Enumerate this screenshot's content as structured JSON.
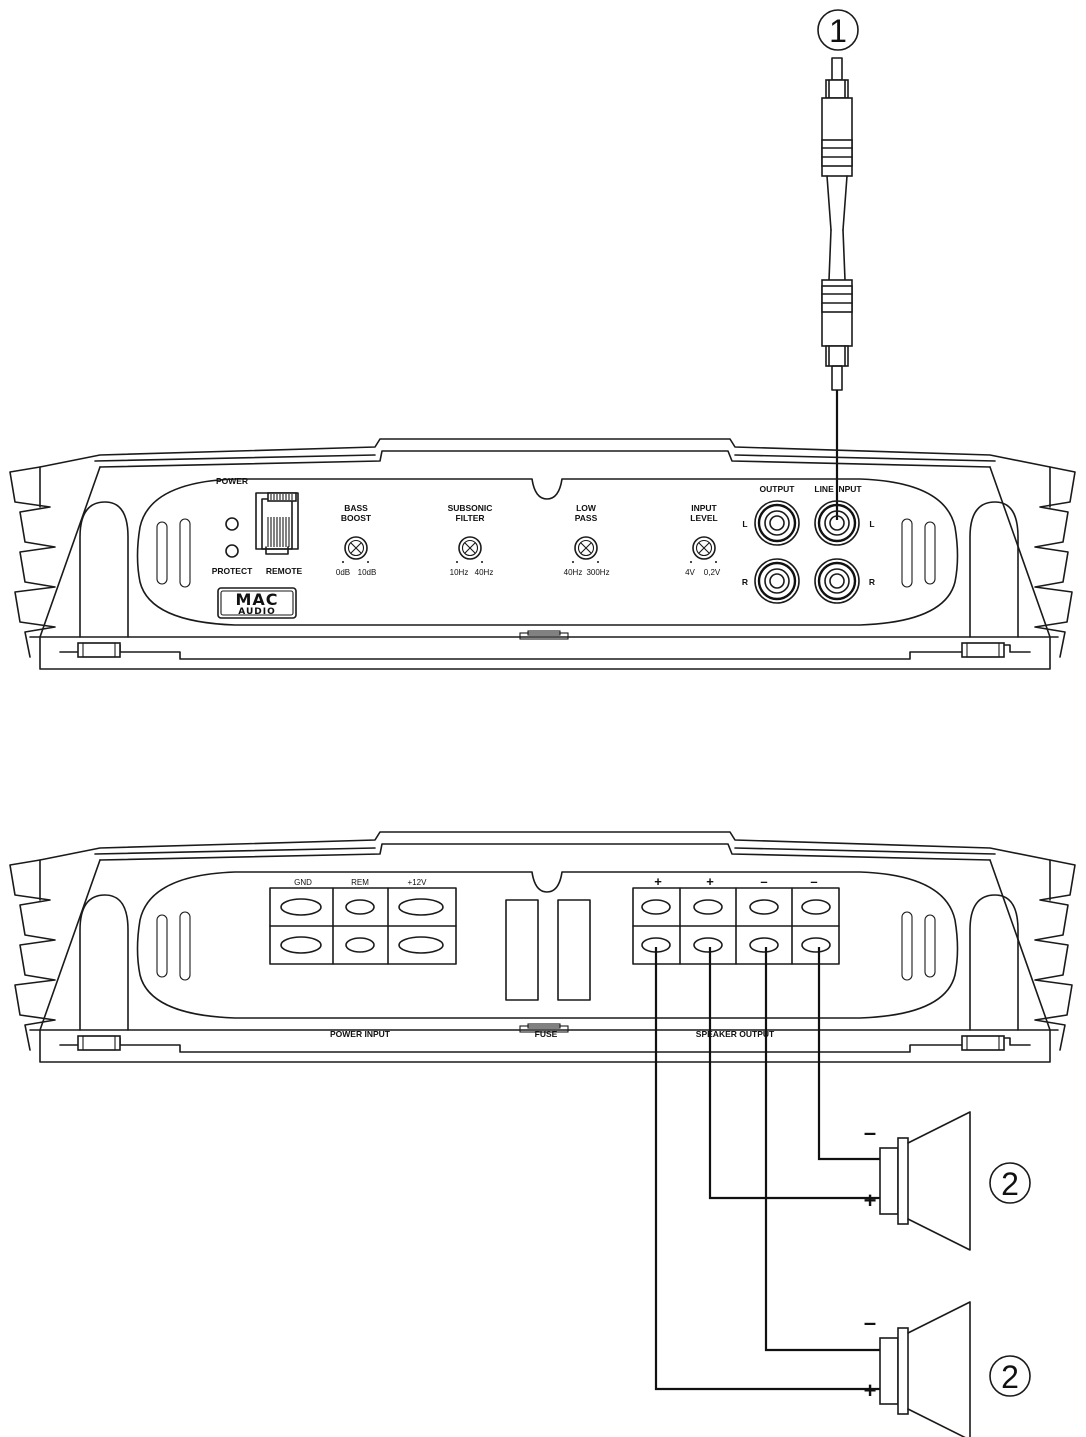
{
  "callouts": {
    "rca_cable": "1",
    "speaker_top": "2",
    "speaker_bottom": "2"
  },
  "top_panel": {
    "power_led": "POWER",
    "protect_led": "PROTECT",
    "remote": "REMOTE",
    "brand_top": "MAC",
    "brand_bottom": "AUDIO",
    "bass_boost": {
      "line1": "BASS",
      "line2": "BOOST",
      "min": "0dB",
      "max": "10dB"
    },
    "subsonic": {
      "line1": "SUBSONIC",
      "line2": "FILTER",
      "min": "10Hz",
      "max": "40Hz"
    },
    "low_pass": {
      "line1": "LOW",
      "line2": "PASS",
      "min": "40Hz",
      "max": "300Hz"
    },
    "input_level": {
      "line1": "INPUT",
      "line2": "LEVEL",
      "min": "4V",
      "max": "0,2V"
    },
    "output": "OUTPUT",
    "line_input": "LINE INPUT",
    "left": "L",
    "right": "R"
  },
  "bottom_panel": {
    "gnd": "GND",
    "rem": "REM",
    "plus12v": "+12V",
    "power_input": "POWER INPUT",
    "fuse": "FUSE",
    "speaker_output": "SPEAKER OUTPUT",
    "term_polarity": [
      "+",
      "+",
      "–",
      "–"
    ]
  },
  "speakers": {
    "top": {
      "minus": "–",
      "plus": "+"
    },
    "bottom": {
      "minus": "–",
      "plus": "+"
    }
  }
}
